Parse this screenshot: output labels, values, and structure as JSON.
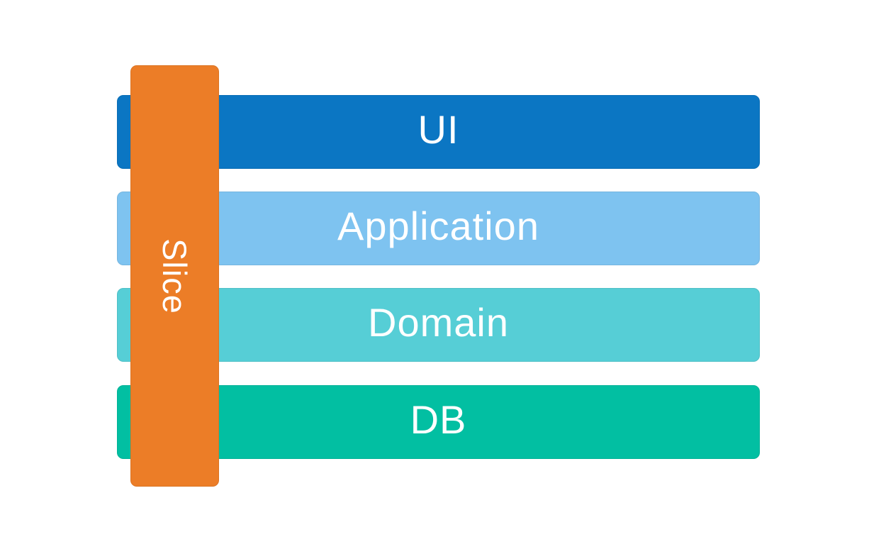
{
  "diagram": {
    "title": "layered-architecture-with-vertical-slice",
    "background_color": "#ffffff",
    "text_color": "#ffffff",
    "layers": [
      {
        "label": "UI",
        "color": "#0b76c3"
      },
      {
        "label": "Application",
        "color": "#7ec3f0"
      },
      {
        "label": "Domain",
        "color": "#56ced6"
      },
      {
        "label": "DB",
        "color": "#02bfa2"
      }
    ],
    "slice": {
      "label": "Slice",
      "color": "#ec7d27"
    }
  }
}
